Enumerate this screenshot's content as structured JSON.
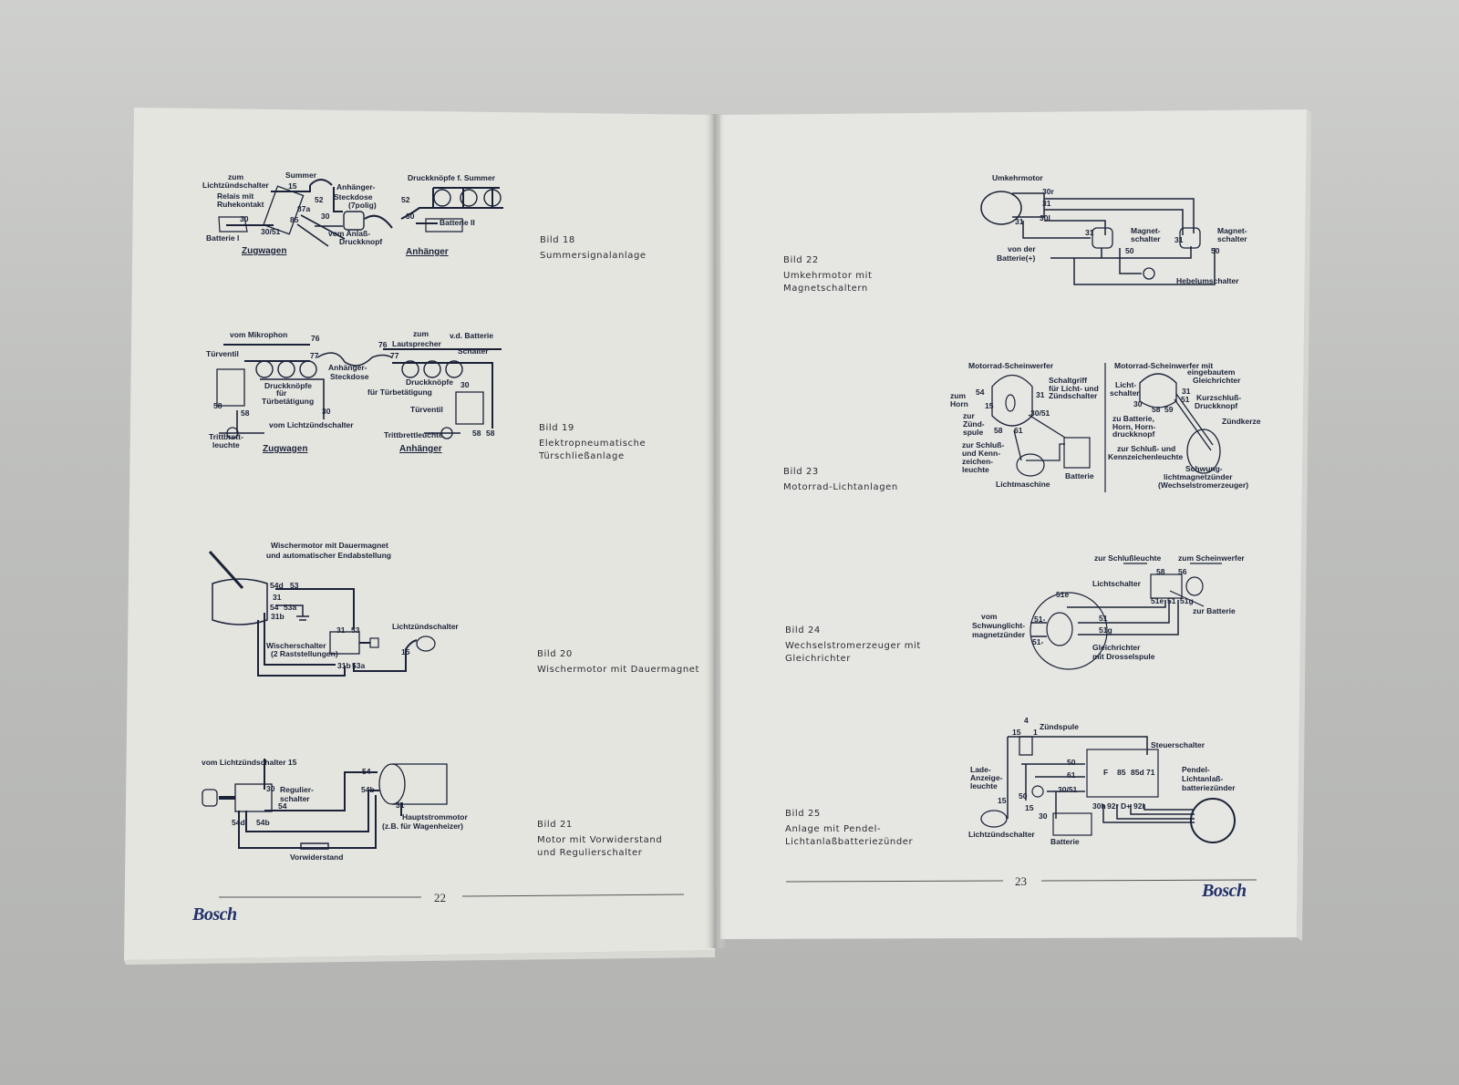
{
  "colors": {
    "paper": "#e5e6e0",
    "ink": "#1b2238",
    "background": "#bdbebc",
    "logo": "#23306a"
  },
  "left_page": {
    "page_number": "22",
    "logo": "Bosch",
    "figures": [
      {
        "bild": "Bild 18",
        "caption": [
          "Summersignalanlage"
        ],
        "labels": [
          "zum",
          "Lichtzündschalter",
          "Summer",
          "15",
          "Relais mit",
          "Ruhekontakt",
          "52",
          "Anhänger-",
          "Steckdose",
          "(7polig)",
          "30",
          "30",
          "30/51",
          "87a",
          "85",
          "Batterie I",
          "vom Anlaß-",
          "Druckknopf",
          "Zugwagen",
          "Druckknöpfe f. Summer",
          "52",
          "30",
          "Batterie II",
          "Anhänger"
        ]
      },
      {
        "bild": "Bild 19",
        "caption": [
          "Elektropneumatische",
          "Türschließanlage"
        ],
        "labels": [
          "vom Mikrophon",
          "76",
          "77",
          "Türventil",
          "Anhänger-",
          "Steckdose",
          "zum",
          "Lautsprecher",
          "76",
          "v.d. Batterie",
          "Schalter",
          "77",
          "Druckknöpfe",
          "für",
          "Türbetätigung",
          "Druckknöpfe",
          "für Türbetätigung",
          "30",
          "30",
          "58",
          "58",
          "vom Lichtzündschalter",
          "Trittbrett-",
          "leuchte",
          "Zugwagen",
          "Türventil",
          "Trittbrettleuchte",
          "58",
          "58",
          "Anhänger"
        ]
      },
      {
        "bild": "Bild 20",
        "caption": [
          "Wischermotor mit Dauermagnet"
        ],
        "labels": [
          "Wischermotor mit Dauermagnet",
          "und automatischer Endabstellung",
          "54d",
          "53",
          "31",
          "54",
          "53a",
          "31b",
          "31",
          "53",
          "Wischerschalter",
          "(2 Raststellungen)",
          "31b",
          "53a",
          "Lichtzündschalter",
          "15"
        ]
      },
      {
        "bild": "Bild 21",
        "caption": [
          "Motor mit Vorwiderstand",
          "und Regulierschalter"
        ],
        "labels": [
          "vom Lichtzündschalter 15",
          "30",
          "Regulier-",
          "schalter",
          "54",
          "54d",
          "54b",
          "54",
          "54b",
          "31",
          "Hauptstrommotor",
          "(z.B. für Wagenheizer)",
          "Vorwiderstand"
        ]
      }
    ]
  },
  "right_page": {
    "page_number": "23",
    "logo": "Bosch",
    "figures": [
      {
        "bild": "Bild 22",
        "caption": [
          "Umkehrmotor mit",
          "Magnetschaltern"
        ],
        "labels": [
          "Umkehrmotor",
          "30r",
          "31",
          "30l",
          "31",
          "31",
          "Magnet-",
          "schalter",
          "50",
          "31",
          "Magnet-",
          "schalter",
          "50",
          "von der",
          "Batterie(+)",
          "Hebelumschalter"
        ]
      },
      {
        "bild": "Bild 23",
        "caption": [
          "Motorrad-Lichtanlagen"
        ],
        "labels": [
          "Motorrad-Scheinwerfer",
          "Schaltgriff",
          "für Licht- und",
          "Zündschalter",
          "zum",
          "Horn",
          "54",
          "31",
          "15",
          "30/51",
          "zur",
          "Zünd-",
          "spule",
          "58",
          "61",
          "zur Schluß-",
          "und Kenn-",
          "zeichen-",
          "leuchte",
          "Lichtmaschine",
          "Batterie",
          "Motorrad-Scheinwerfer mit",
          "eingebautem",
          "Gleichrichter",
          "Licht-",
          "schalter",
          "30",
          "58",
          "59",
          "51",
          "31",
          "Kurzschluß-",
          "Druckknopf",
          "zu Batterie,",
          "Horn, Horn-",
          "druckknopf",
          "zur Schluß- und",
          "Kennzeichenleuchte",
          "Zündkerze",
          "Schwung-",
          "lichtmagnetzünder",
          "(Wechselstromerzeuger)"
        ]
      },
      {
        "bild": "Bild 24",
        "caption": [
          "Wechselstromerzeuger mit",
          "Gleichrichter"
        ],
        "labels": [
          "zur Schlußleuchte",
          "zum Scheinwerfer",
          "58",
          "56",
          "Lichtschalter",
          "51e",
          "51",
          "51g",
          "zur Batterie",
          "51e",
          "vom",
          "Schwunglicht-",
          "magnetzünder",
          "51-",
          "51-",
          "51",
          "51g",
          "Gleichrichter",
          "mit Drosselspule"
        ]
      },
      {
        "bild": "Bild 25",
        "caption": [
          "Anlage mit Pendel-",
          "Lichtanlaßbatteriezünder"
        ],
        "labels": [
          "4",
          "Zündspule",
          "15",
          "1",
          "Steuerschalter",
          "50",
          "61",
          "30/51",
          "F",
          "85",
          "85d",
          "71",
          "30h",
          "92r",
          "D+",
          "92l",
          "Lade-",
          "Anzeige-",
          "leuchte",
          "50",
          "15",
          "30",
          "15",
          "Lichtzündschalter",
          "Batterie",
          "Pendel-",
          "Lichtanlaß-",
          "batteriezünder"
        ]
      }
    ]
  }
}
